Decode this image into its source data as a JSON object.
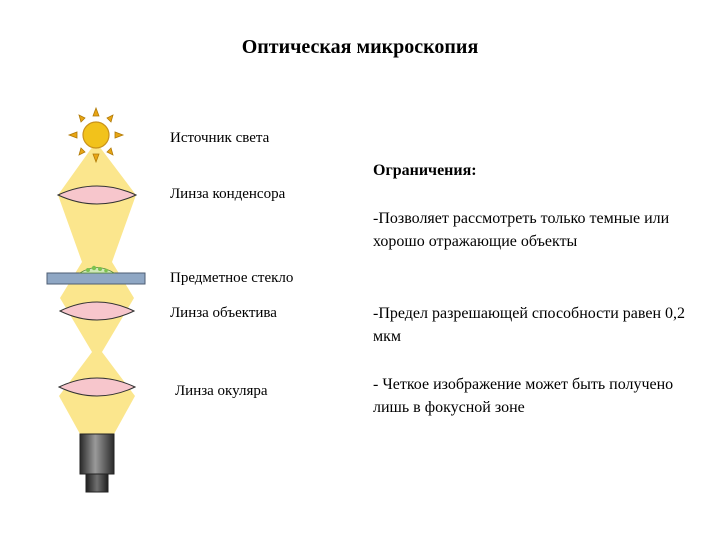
{
  "title": "Оптическая микроскопия",
  "labels": {
    "light_source": "Источник света",
    "condenser_lens": "Линза конденсора",
    "slide": "Предметное стекло",
    "objective_lens": "Линза объектива",
    "eyepiece_lens": "Линза окуляра"
  },
  "limitations": {
    "heading": "Ограничения:",
    "items": [
      "-Позволяет рассмотреть только темные или хорошо отражающие объекты",
      "-Предел разрешающей способности равен 0,2 мкм",
      "- Четкое изображение может быть получено лишь в фокусной зоне"
    ]
  },
  "colors": {
    "beam": "#fbe68d",
    "lens": "#f7c6cc",
    "sun": "#f2c21b",
    "slide": "#8fa7c4",
    "specimen": "#7cc24f",
    "eyepiece": "#4a4a4a"
  }
}
